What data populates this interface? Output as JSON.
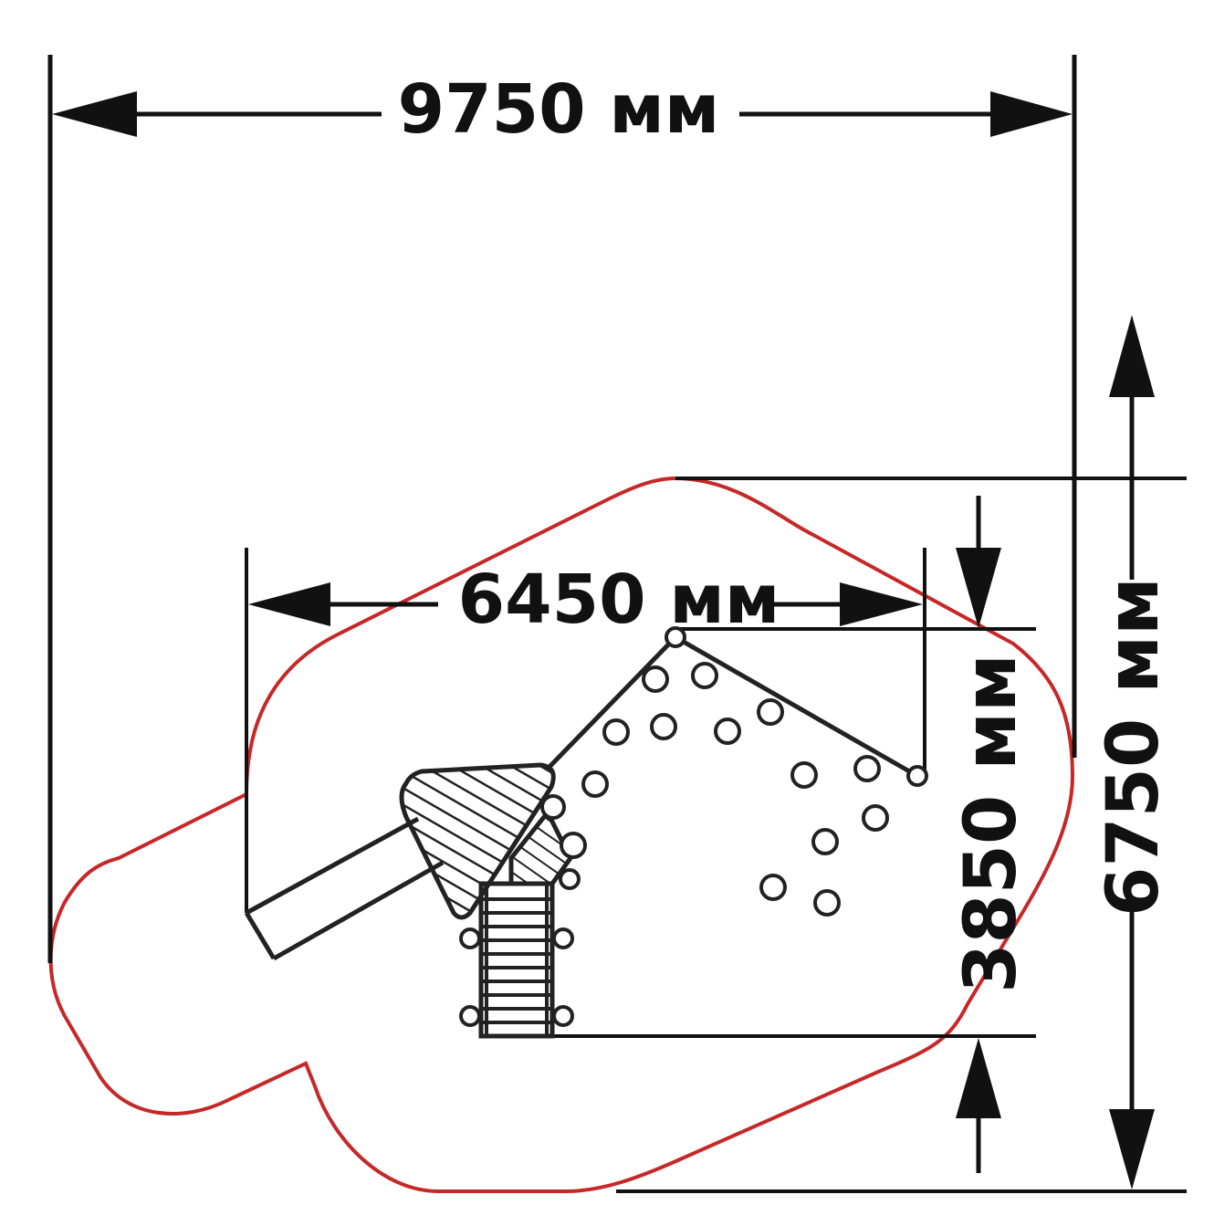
{
  "colors": {
    "outline": "#c62828",
    "ink": "#222222",
    "dimension": "#111111",
    "background": "#ffffff"
  },
  "dimensions": {
    "overall_width": "9750 мм",
    "overall_height": "6750 мм",
    "equipment_width": "6450 мм",
    "equipment_height": "3850 мм"
  }
}
